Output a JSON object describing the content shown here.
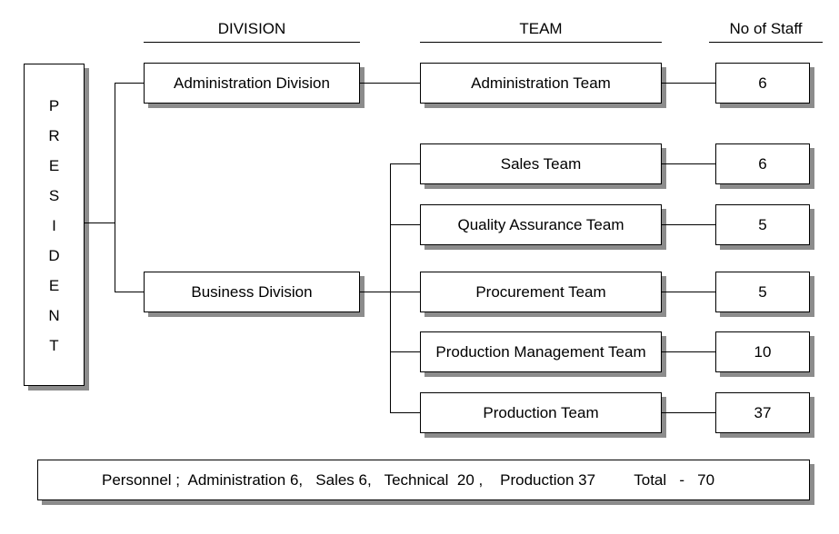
{
  "headers": {
    "division": "DIVISION",
    "team": "TEAM",
    "staff": "No of Staff"
  },
  "president": {
    "letters": [
      "P",
      "R",
      "E",
      "S",
      "I",
      "D",
      "E",
      "N",
      "T"
    ]
  },
  "divisions": {
    "administration": "Administration Division",
    "business": "Business Division"
  },
  "teams": [
    {
      "name": "Administration Team",
      "staff": "6"
    },
    {
      "name": "Sales Team",
      "staff": "6"
    },
    {
      "name": "Quality Assurance Team",
      "staff": "5"
    },
    {
      "name": "Procurement Team",
      "staff": "5"
    },
    {
      "name": "Production Management Team",
      "staff": "10"
    },
    {
      "name": "Production Team",
      "staff": "37"
    }
  ],
  "footer": {
    "text": "Personnel ;  Administration 6,   Sales 6,   Technical  20 ,    Production 37         Total   -   70"
  }
}
